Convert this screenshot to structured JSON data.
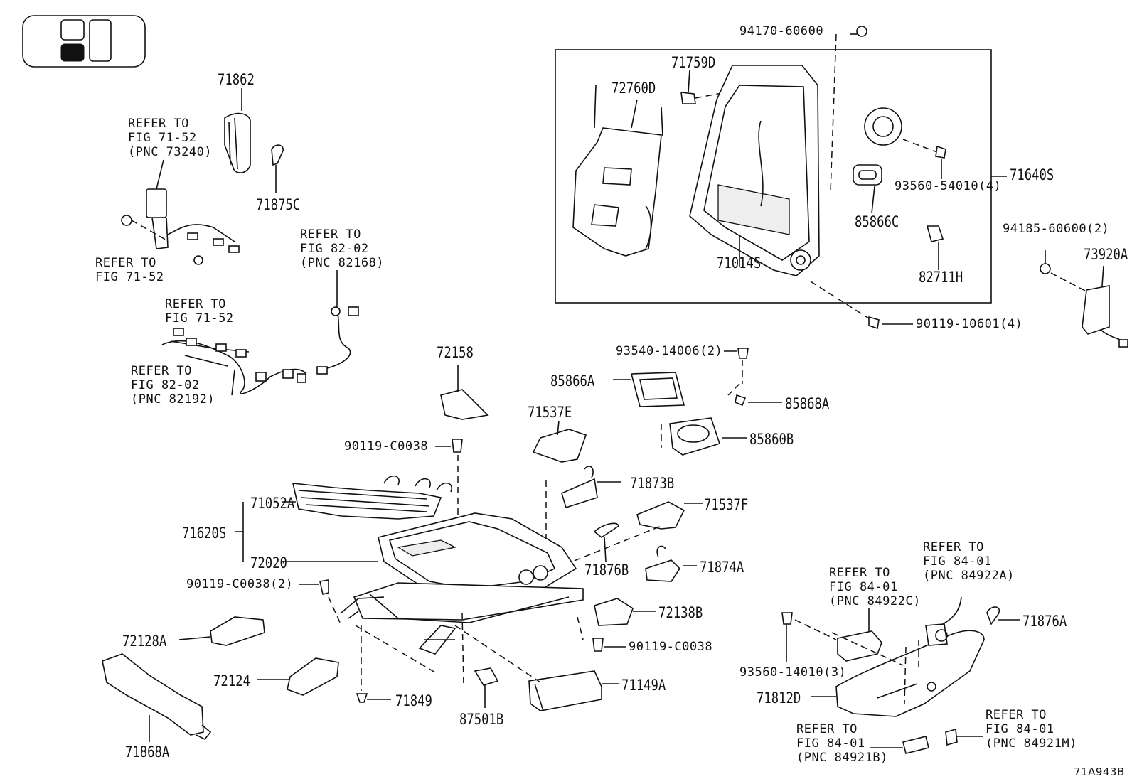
{
  "diagram": {
    "figure_id": "71A943B",
    "parts": {
      "p71862": "71862",
      "p71875C": "71875C",
      "p72760D": "72760D",
      "p71759D": "71759D",
      "p94170": "94170-60600",
      "p71640S": "71640S",
      "p93560_54010": "93560-54010(4)",
      "p85866C": "85866C",
      "p71014S": "71014S",
      "p82711H": "82711H",
      "p94185": "94185-60600(2)",
      "p73920A": "73920A",
      "p90119_10601": "90119-10601(4)",
      "p93540": "93540-14006(2)",
      "p85866A": "85866A",
      "p85868A": "85868A",
      "p85860B": "85860B",
      "p72158": "72158",
      "p71537E": "71537E",
      "p90119_c0038_top": "90119-C0038",
      "p71873B": "71873B",
      "p71537F": "71537F",
      "p71052A": "71052A",
      "p71620S": "71620S",
      "p72020": "72020",
      "p71876B": "71876B",
      "p71874A": "71874A",
      "p90119_c0038_2": "90119-C0038(2)",
      "p72138B": "72138B",
      "p72128A": "72128A",
      "p90119_c0038_bot": "90119-C0038",
      "p72124": "72124",
      "p71849": "71849",
      "p71149A": "71149A",
      "p87501B": "87501B",
      "p71868A": "71868A",
      "p71876A": "71876A",
      "p93560_14010": "93560-14010(3)",
      "p71812D": "71812D"
    },
    "refs": {
      "r_71_52_73240": "REFER TO\nFIG 71-52\n(PNC 73240)",
      "r_71_52_a": "REFER TO\nFIG 71-52",
      "r_71_52_b": "REFER TO\nFIG 71-52",
      "r_82_02_82168": "REFER TO\nFIG 82-02\n(PNC 82168)",
      "r_82_02_82192": "REFER TO\nFIG 82-02\n(PNC 82192)",
      "r_84_01_84922C": "REFER TO\nFIG 84-01\n(PNC 84922C)",
      "r_84_01_84922A": "REFER TO\nFIG 84-01\n(PNC 84922A)",
      "r_84_01_84921B": "REFER TO\nFIG 84-01\n(PNC 84921B)",
      "r_84_01_84921M": "REFER TO\nFIG 84-01\n(PNC 84921M)"
    }
  }
}
